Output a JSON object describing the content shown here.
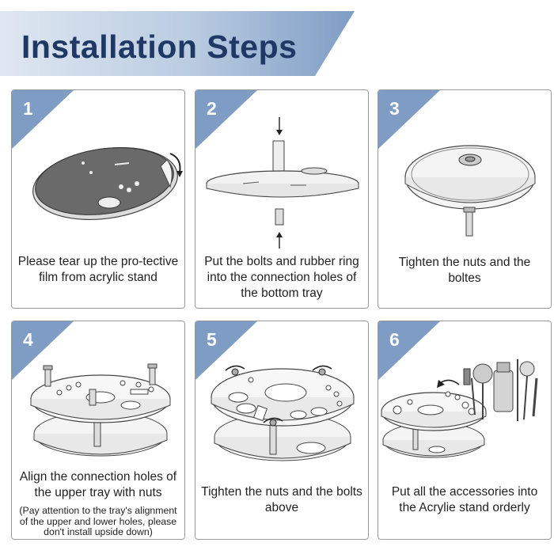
{
  "header": {
    "title": "Installation Steps"
  },
  "colors": {
    "banner_light": "#d9e2ee",
    "banner_dark": "#8aa5c9",
    "badge": "#7f9cc4",
    "title": "#1f3864"
  },
  "steps": [
    {
      "number": "1",
      "caption": "Please  tear up the pro-tective film from acrylic stand",
      "icon": "peel-film-illustration"
    },
    {
      "number": "2",
      "caption": "Put the bolts and rubber ring into the connection holes of the bottom tray",
      "icon": "bolt-insert-illustration"
    },
    {
      "number": "3",
      "caption": "Tighten the nuts and the boltes",
      "icon": "tighten-nut-illustration"
    },
    {
      "number": "4",
      "caption": "Align the connection holes of the upper tray with nuts",
      "note": "(Pay attention to the tray's alignment of the upper and lower holes, please don't  install upside down)",
      "icon": "align-tray-illustration"
    },
    {
      "number": "5",
      "caption": "Tighten the nuts and the bolts above",
      "icon": "tighten-top-illustration"
    },
    {
      "number": "6",
      "caption": "Put all the accessories into the Acrylie stand orderly",
      "icon": "accessories-illustration"
    }
  ]
}
